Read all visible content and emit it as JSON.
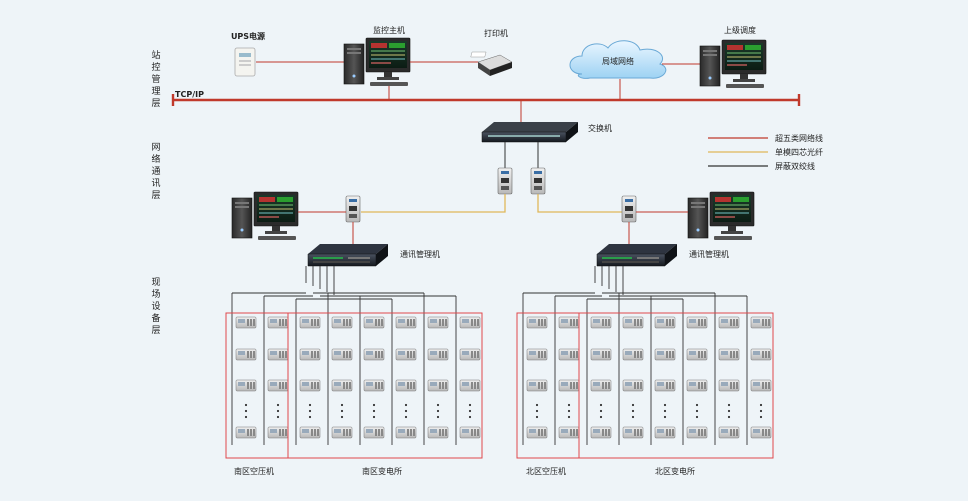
{
  "layers": {
    "station": "站控管理层",
    "network": "网络通讯层",
    "field": "现场设备层"
  },
  "nodes": {
    "ups": "UPS电源",
    "monitor_host": "监控主机",
    "printer": "打印机",
    "lan": "局域网络",
    "superior": "上级调度",
    "bus": "TCP/IP",
    "switch": "交换机",
    "comm_left": "通讯管理机",
    "comm_right": "通讯管理机"
  },
  "legend": [
    {
      "label": "超五类网络线",
      "color": "#c0392b"
    },
    {
      "label": "单模四芯光纤",
      "color": "#e0b85a"
    },
    {
      "label": "屏蔽双绞线",
      "color": "#333333"
    }
  ],
  "groups": {
    "south_compressor": "南区空压机",
    "south_substation": "南区变电所",
    "north_compressor": "北区空压机",
    "north_substation": "北区变电所"
  },
  "colors": {
    "ethernet": "#c0392b",
    "fiber": "#e0b85a",
    "twisted": "#333333",
    "group_box": "#e0474c"
  }
}
